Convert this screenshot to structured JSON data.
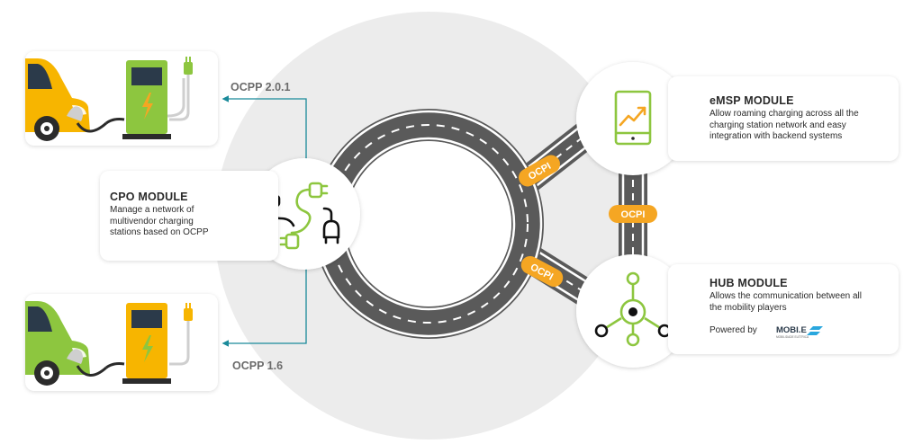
{
  "protocols": {
    "ocpp_top": "OCPP 2.0.1",
    "ocpp_bottom": "OCPP 1.6",
    "ocpi": "OCPI"
  },
  "cpo": {
    "title": "CPO MODULE",
    "desc": [
      "Manage a network of",
      "multivendor charging",
      "stations based on OCPP"
    ]
  },
  "emsp": {
    "title": "eMSP MODULE",
    "desc": [
      "Allow roaming charging across all the",
      "charging station network and easy",
      "integration with backend systems"
    ]
  },
  "hub": {
    "title": "HUB MODULE",
    "desc": [
      "Allows the communication between all",
      "the mobility players"
    ],
    "powered_by": "Powered by",
    "logo_text": "MOBI.E",
    "logo_sub": "MOBILIDADE ELÉTRICA"
  },
  "colors": {
    "green": "#8dc63f",
    "orange": "#f5a623",
    "yellow": "#f7b500",
    "dark": "#2b2b2b",
    "road": "#5a5a5a",
    "teal": "#1a8a9a",
    "circle": "#ececec"
  },
  "icons": [
    "car-icon",
    "charger-icon",
    "plug-icon",
    "tablet-chart-icon",
    "hub-network-icon",
    "plugs-icon"
  ]
}
